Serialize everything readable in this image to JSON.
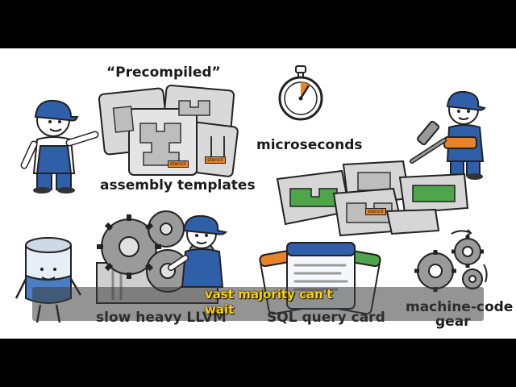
{
  "labels": {
    "precompiled": "“Precompiled”",
    "assembly_templates": "assembly templates",
    "microseconds": "microseconds",
    "slow_heavy_llvm": "slow heavy LLVM",
    "sql_query_card": "SQL query card",
    "machine_code_line1": "machine-code",
    "machine_code_line2": "gear"
  },
  "caption": {
    "line1": "vast majority can't",
    "line2": "wait"
  },
  "stencil_tags": [
    "stencil",
    "stencil",
    "stencil"
  ],
  "colors": {
    "worker_blue": "#2f5fa8",
    "accent_orange": "#e8832a",
    "accent_green": "#4ea54a",
    "caption_yellow": "#ffd400"
  }
}
